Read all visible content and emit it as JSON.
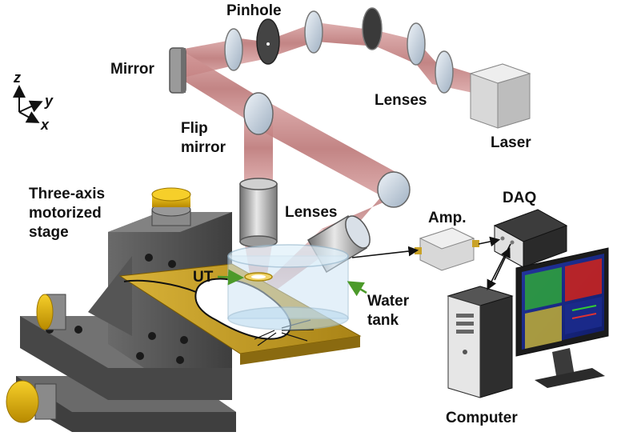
{
  "axes": {
    "z": "z",
    "y": "y",
    "x": "x"
  },
  "labels": {
    "pinhole": "Pinhole",
    "mirror": "Mirror",
    "lenses_top": "Lenses",
    "laser": "Laser",
    "flip_mirror_line1": "Flip",
    "flip_mirror_line2": "mirror",
    "stage_line1": "Three-axis",
    "stage_line2": "motorized",
    "stage_line3": "stage",
    "lenses_mid": "Lenses",
    "amp": "Amp.",
    "daq": "DAQ",
    "ut": "UT",
    "water_line1": "Water",
    "water_line2": "tank",
    "computer": "Computer"
  },
  "colors": {
    "beam": "#c98a8a",
    "stage_metal": "#5a5a5a",
    "platform": "#c9a227",
    "knob": "#e2b100",
    "water": "#bcdcf0",
    "lens": "#c8d4e0",
    "screen_bg": "#1a2a8a",
    "arrow_green": "#4c9a2a"
  }
}
